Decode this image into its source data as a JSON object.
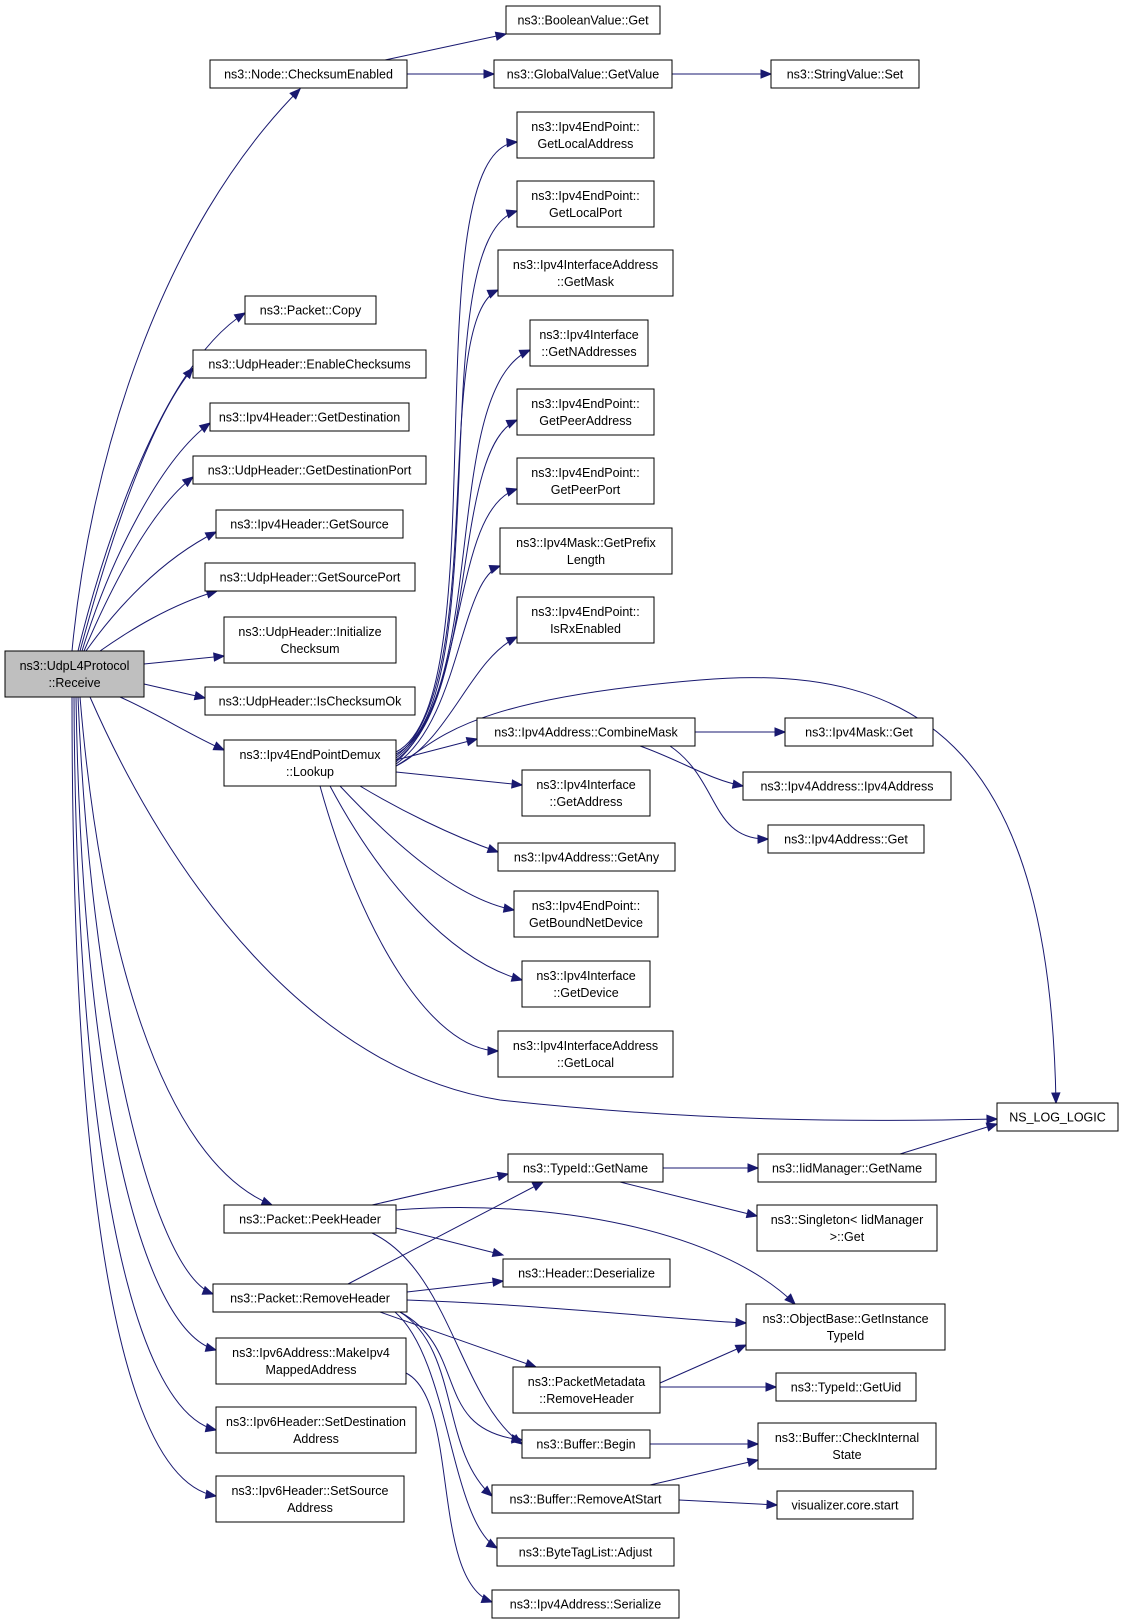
{
  "colors": {
    "edge": "#191970",
    "node_border": "#000000",
    "node_border_truncated": "#ff0000",
    "root_fill": "#bfbfbf",
    "node_fill": "#ffffff"
  },
  "nodes": {
    "root": [
      "ns3::UdpL4Protocol",
      "::Receive"
    ],
    "checksum_enabled": [
      "ns3::Node::ChecksumEnabled"
    ],
    "boolean_get": [
      "ns3::BooleanValue::Get"
    ],
    "global_getvalue": [
      "ns3::GlobalValue::GetValue"
    ],
    "string_set": [
      "ns3::StringValue::Set"
    ],
    "ep_getlocaladdress": [
      "ns3::Ipv4EndPoint::",
      "GetLocalAddress"
    ],
    "ep_getlocalport": [
      "ns3::Ipv4EndPoint::",
      "GetLocalPort"
    ],
    "ifaddr_getmask": [
      "ns3::Ipv4InterfaceAddress",
      "::GetMask"
    ],
    "iface_getnaddresses": [
      "ns3::Ipv4Interface",
      "::GetNAddresses"
    ],
    "ep_getpeeraddress": [
      "ns3::Ipv4EndPoint::",
      "GetPeerAddress"
    ],
    "ep_getpeerport": [
      "ns3::Ipv4EndPoint::",
      "GetPeerPort"
    ],
    "mask_getprefixlength": [
      "ns3::Ipv4Mask::GetPrefix",
      "Length"
    ],
    "ep_isrxenabled": [
      "ns3::Ipv4EndPoint::",
      "IsRxEnabled"
    ],
    "packet_copy": [
      "ns3::Packet::Copy"
    ],
    "udp_enablechecksums": [
      "ns3::UdpHeader::EnableChecksums"
    ],
    "ipv4h_getdestination": [
      "ns3::Ipv4Header::GetDestination"
    ],
    "udp_getdestinationport": [
      "ns3::UdpHeader::GetDestinationPort"
    ],
    "ipv4h_getsource": [
      "ns3::Ipv4Header::GetSource"
    ],
    "udp_getsourceport": [
      "ns3::UdpHeader::GetSourcePort"
    ],
    "udp_initializechecksum": [
      "ns3::UdpHeader::Initialize",
      "Checksum"
    ],
    "udp_ischecksumok": [
      "ns3::UdpHeader::IsChecksumOk"
    ],
    "demux_lookup": [
      "ns3::Ipv4EndPointDemux",
      "::Lookup"
    ],
    "addr_combinemask": [
      "ns3::Ipv4Address::CombineMask"
    ],
    "mask_get": [
      "ns3::Ipv4Mask::Get"
    ],
    "addr_ipv4address": [
      "ns3::Ipv4Address::Ipv4Address"
    ],
    "addr_get": [
      "ns3::Ipv4Address::Get"
    ],
    "iface_getaddress": [
      "ns3::Ipv4Interface",
      "::GetAddress"
    ],
    "addr_getany": [
      "ns3::Ipv4Address::GetAny"
    ],
    "ep_getboundnetdevice": [
      "ns3::Ipv4EndPoint::",
      "GetBoundNetDevice"
    ],
    "iface_getdevice": [
      "ns3::Ipv4Interface",
      "::GetDevice"
    ],
    "ifaddr_getlocal": [
      "ns3::Ipv4InterfaceAddress",
      "::GetLocal"
    ],
    "ns_log_logic": [
      "NS_LOG_LOGIC"
    ],
    "typeid_getname": [
      "ns3::TypeId::GetName"
    ],
    "iidmanager_getname": [
      "ns3::IidManager::GetName"
    ],
    "packet_peekheader": [
      "ns3::Packet::PeekHeader"
    ],
    "singleton_get": [
      "ns3::Singleton< IidManager",
      ">::Get"
    ],
    "header_deserialize": [
      "ns3::Header::Deserialize"
    ],
    "packet_removeheader": [
      "ns3::Packet::RemoveHeader"
    ],
    "objectbase_getinstancetypeid": [
      "ns3::ObjectBase::GetInstance",
      "TypeId"
    ],
    "ipv6addr_makeipv4mapped": [
      "ns3::Ipv6Address::MakeIpv4",
      "MappedAddress"
    ],
    "metadata_removeheader": [
      "ns3::PacketMetadata",
      "::RemoveHeader"
    ],
    "typeid_getuid": [
      "ns3::TypeId::GetUid"
    ],
    "ipv6h_setdestination": [
      "ns3::Ipv6Header::SetDestination",
      "Address"
    ],
    "buffer_begin": [
      "ns3::Buffer::Begin"
    ],
    "buffer_checkinternalstate": [
      "ns3::Buffer::CheckInternal",
      "State"
    ],
    "ipv6h_setsource": [
      "ns3::Ipv6Header::SetSource",
      "Address"
    ],
    "buffer_removeatstart": [
      "ns3::Buffer::RemoveAtStart"
    ],
    "visualizer_start": [
      "visualizer.core.start"
    ],
    "bytetaglist_adjust": [
      "ns3::ByteTagList::Adjust"
    ],
    "addr_serialize": [
      "ns3::Ipv4Address::Serialize"
    ]
  }
}
